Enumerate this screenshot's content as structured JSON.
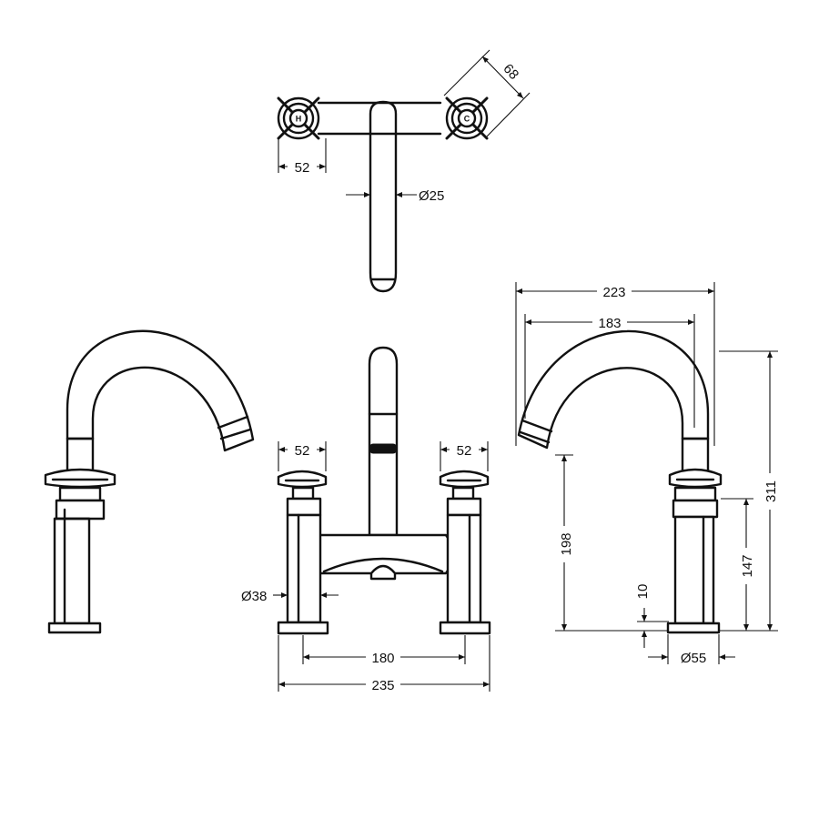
{
  "dimensions": {
    "top_handle_width": "52",
    "handle_depth": "68",
    "spout_diameter": "Ø25",
    "front_left_handle": "52",
    "front_right_handle": "52",
    "body_diameter": "Ø38",
    "centres": "180",
    "overall_width": "235",
    "reach_overall": "223",
    "reach_spout": "183",
    "spout_height": "198",
    "overall_height": "311",
    "handle_height": "147",
    "base_height": "10",
    "base_diameter": "Ø55"
  },
  "handle_marks": {
    "hot": "H",
    "cold": "C"
  }
}
